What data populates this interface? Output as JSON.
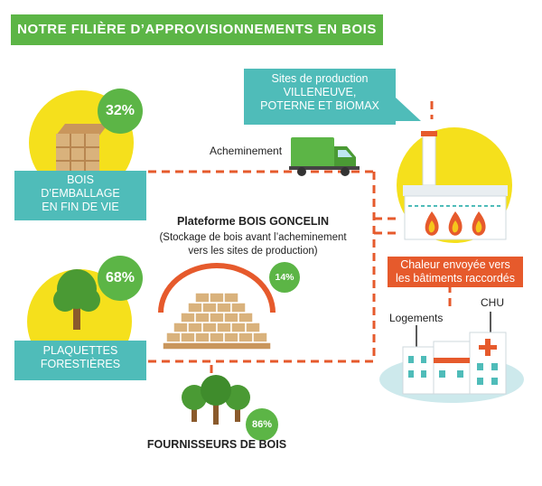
{
  "title": "NOTRE FILIÈRE D’APPROVISIONNEMENTS EN BOIS",
  "production_sites": {
    "line1": "Sites de production",
    "line2": "VILLENEUVE,",
    "line3": "POTERNE ET BIOMAX"
  },
  "transport_label": "Acheminement",
  "packaging_wood": {
    "percent": "32%",
    "line1": "BOIS",
    "line2": "D’EMBALLAGE",
    "line3": "EN FIN DE VIE"
  },
  "forest_chips": {
    "percent": "68%",
    "line1": "PLAQUETTES",
    "line2": "FORESTIÈRES"
  },
  "platform": {
    "title": "Plateforme BOIS GONCELIN",
    "desc1": "(Stockage de bois avant l’acheminement",
    "desc2": "vers les sites de production)",
    "percent": "14%"
  },
  "suppliers": {
    "percent": "86%",
    "label": "FOURNISSEURS DE BOIS"
  },
  "heat": {
    "line1": "Chaleur envoyée vers",
    "line2": "les bâtiments raccordés"
  },
  "housing_label": "Logements",
  "chu_label": "CHU",
  "colors": {
    "green": "#5cb546",
    "teal": "#4fbcb9",
    "orange": "#e65a2c",
    "yellow": "#f5e01c",
    "wood": "#d9b27c"
  }
}
